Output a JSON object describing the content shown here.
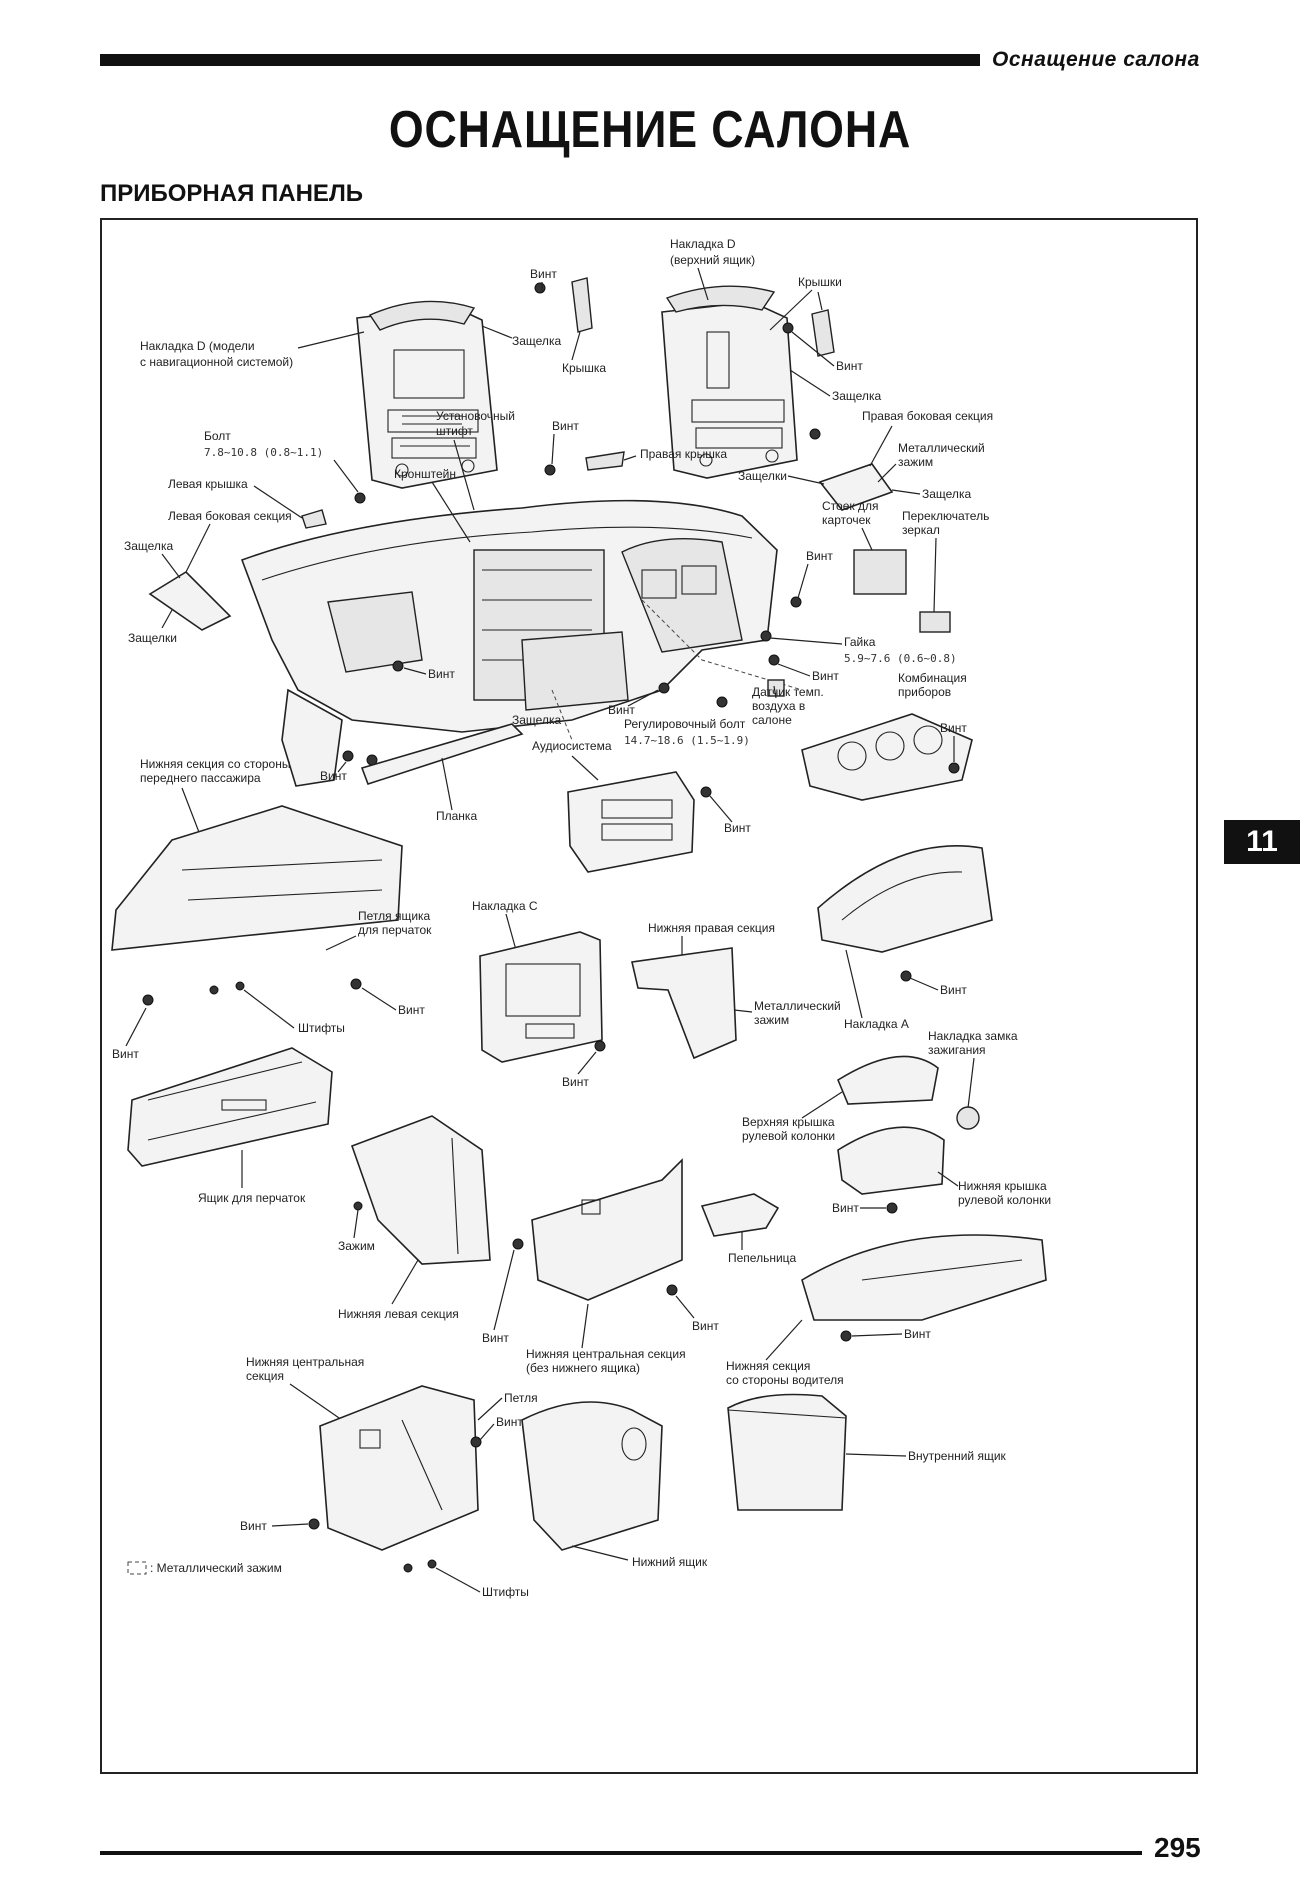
{
  "header": {
    "running_title": "Оснащение салона",
    "title": "ОСНАЩЕНИЕ САЛОНА",
    "section": "ПРИБОРНАЯ ПАНЕЛЬ"
  },
  "chapter_tab": "11",
  "page_number": "295",
  "legend": ": Металлический зажим",
  "labels": {
    "nakladka_d_nav": [
      "Накладка D (модели",
      "с навигационной системой)"
    ],
    "vint_top_left": "Винт",
    "zashchelka_top_left": "Защелка",
    "kryshka_top_left": "Крышка",
    "nakladka_d_top": [
      "Накладка D",
      "(верхний ящик)"
    ],
    "kryshki": "Крышки",
    "vint_top_right": "Винт",
    "zashchelka_top_right": "Защелка",
    "bolt": "Болт",
    "bolt_torque": "7.8~10.8 (0.8~1.1)",
    "ustanovochny_shtift": [
      "Установочный",
      "штифт"
    ],
    "vint_center": "Винт",
    "pravaya_kryshka": "Правая крышка",
    "pravaya_bokovaya": "Правая боковая секция",
    "metall_zazhim_top": [
      "Металлический",
      "зажим"
    ],
    "zashchelki_right": "Защелки",
    "zashchelka_right": "Защелка",
    "kronshtein": "Кронштейн",
    "levaya_kryshka": "Левая крышка",
    "levaya_bokovaya": "Левая боковая секция",
    "zashchelka_left": "Защелка",
    "zashchelki_left": "Защелки",
    "stoek_kartochek": [
      "Стоек для",
      "карточек"
    ],
    "pereklyuchatel": [
      "Переключатель",
      "зеркал"
    ],
    "vint_dash_right": "Винт",
    "gaika": "Гайка",
    "gaika_torque": "5.9~7.6 (0.6~0.8)",
    "vint_dash_left": "Винт",
    "vint_dash_bottom": "Винт",
    "vint_dash_bottom2": "Винт",
    "vint_dash_right2": "Винт",
    "datchik": [
      "Датчик темп.",
      "воздуха в",
      "салоне"
    ],
    "kombinaciya": [
      "Комбинация",
      "приборов"
    ],
    "vint_gauge": "Винт",
    "zashchelka_mid": "Защелка",
    "regulirovochny_bolt": "Регулировочный болт",
    "reg_bolt_torque": "14.7~18.6 (1.5~1.9)",
    "audiosistema": "Аудиосистема",
    "vint_audio": "Винт",
    "planka": "Планка",
    "vint_left_mid": "Винт",
    "nizhnyaya_passazhir": [
      "Нижняя секция со стороны",
      "переднего пассажира"
    ],
    "petlya_perchatok": [
      "Петля ящика",
      "для перчаток"
    ],
    "vint_glove": "Винт",
    "vint_glove_left": "Винт",
    "shtifty_glove": "Штифты",
    "yashchik_perchatok": "Ящик для перчаток",
    "nakladka_c": "Накладка C",
    "vint_nakladka_c": "Винт",
    "nizhnyaya_pravaya": "Нижняя правая секция",
    "metall_zazhim_mid": [
      "Металлический",
      "зажим"
    ],
    "nakladka_a": "Накладка A",
    "vint_nakladka_a": "Винт",
    "nakladka_zamka": [
      "Накладка замка",
      "зажигания"
    ],
    "verkhnyaya_kryshka": [
      "Верхняя крышка",
      "рулевой колонки"
    ],
    "nizhnyaya_kryshka": [
      "Нижняя крышка",
      "рулевой колонки"
    ],
    "vint_column": "Винт",
    "zazhim": "Зажим",
    "nizhnyaya_levaya": "Нижняя левая секция",
    "pepelnica": "Пепельница",
    "vint_lower_center": "Винт",
    "vint_lower_center2": "Винт",
    "nizhnyaya_centralnaya_bez": [
      "Нижняя центральная секция",
      "(без нижнего ящика)"
    ],
    "vint_driver": "Винт",
    "nizhnyaya_voditel": [
      "Нижняя секция",
      "со стороны водителя"
    ],
    "nizhnyaya_centralnaya": [
      "Нижняя центральная",
      "секция"
    ],
    "petlya": "Петля",
    "vint_petlya": "Винт",
    "vnutrenny_yashchik": "Внутренний ящик",
    "vint_bottom_left": "Винт",
    "nizhny_yashchik": "Нижний ящик",
    "shtifty_bottom": "Штифты"
  }
}
